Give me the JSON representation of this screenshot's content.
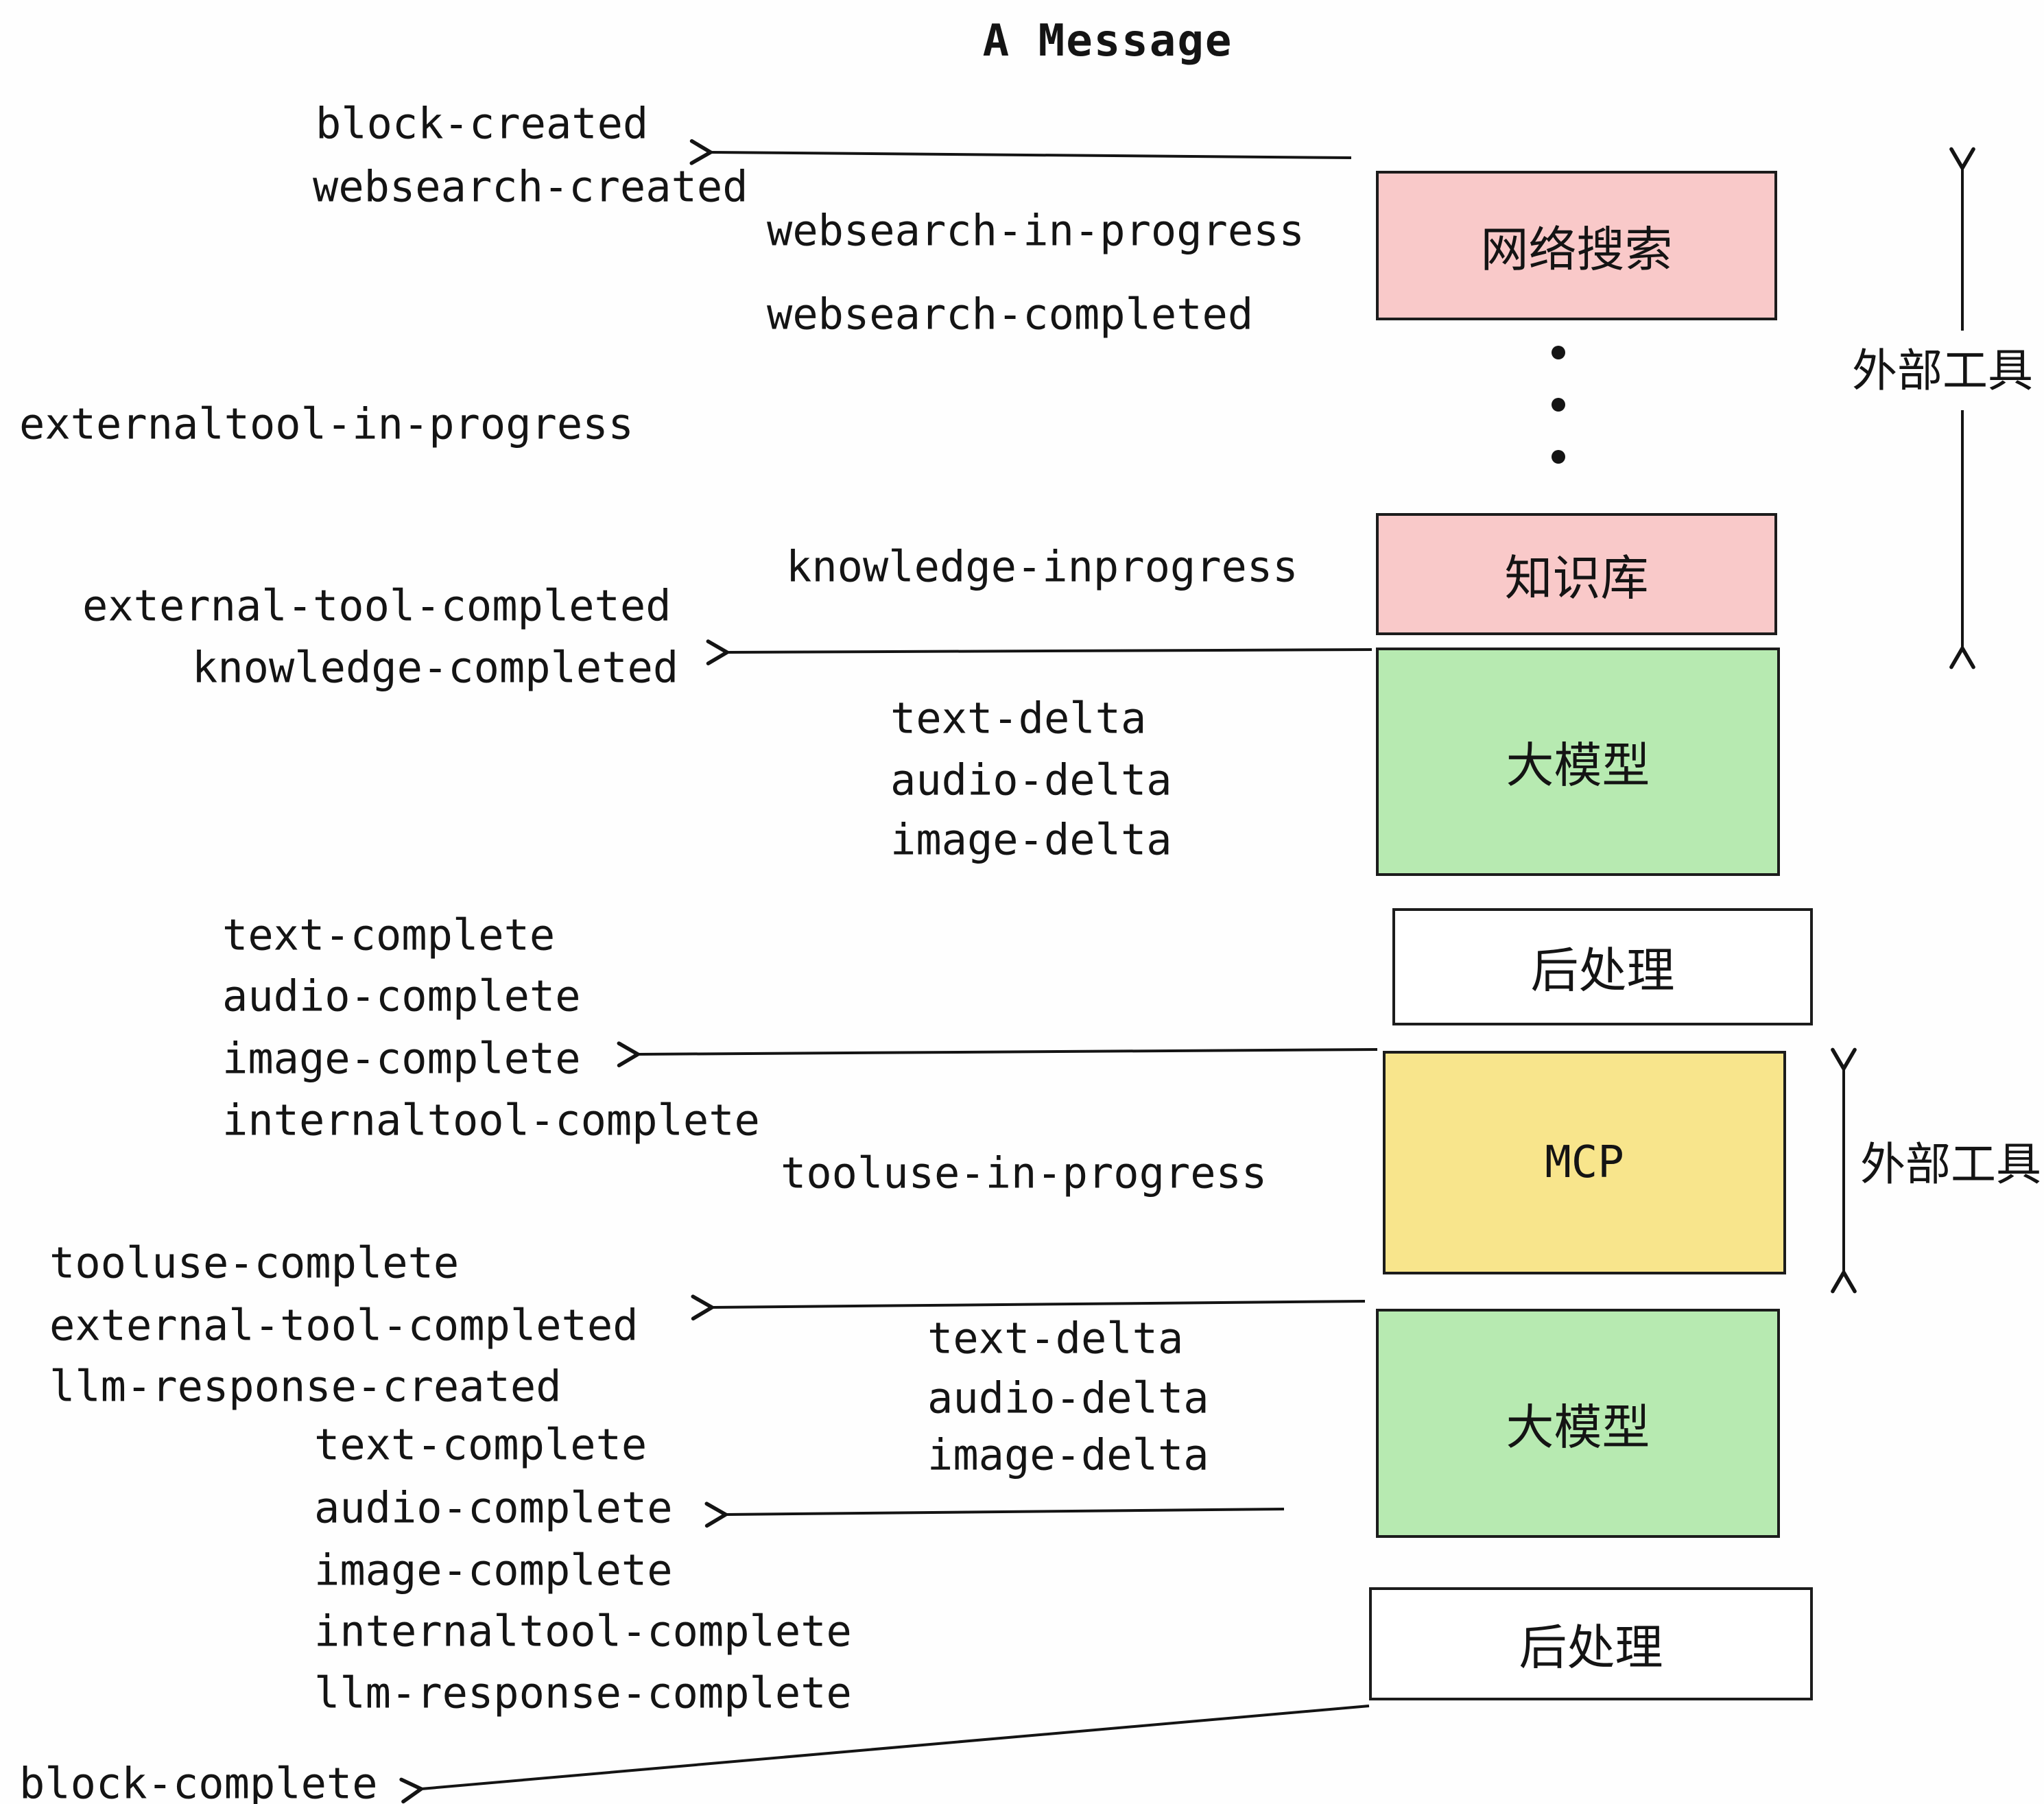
{
  "title": "A Message",
  "colors": {
    "ink": "#141414",
    "external_tool_box": "#f9c9c9",
    "llm_box": "#b7eab1",
    "mcp_box": "#f8e58c",
    "post_box": "#ffffff"
  },
  "events": {
    "block_created": "block-created",
    "websearch_created": "websearch-created",
    "websearch_in_progress": "websearch-in-progress",
    "websearch_completed": "websearch-completed",
    "externaltool_in_progress": "externaltool-in-progress",
    "knowledge_inprogress": "knowledge-inprogress",
    "external_tool_completed_1": "external-tool-completed",
    "knowledge_completed": "knowledge-completed",
    "text_delta_1": "text-delta",
    "audio_delta_1": "audio-delta",
    "image_delta_1": "image-delta",
    "text_complete_1": "text-complete",
    "audio_complete_1": "audio-complete",
    "image_complete_1": "image-complete",
    "internaltool_complete_1": "internaltool-complete",
    "tooluse_in_progress": "tooluse-in-progress",
    "tooluse_complete": "tooluse-complete",
    "external_tool_completed_2": "external-tool-completed",
    "llm_response_created": "llm-response-created",
    "text_delta_2": "text-delta",
    "audio_delta_2": "audio-delta",
    "image_delta_2": "image-delta",
    "text_complete_2": "text-complete",
    "audio_complete_2": "audio-complete",
    "image_complete_2": "image-complete",
    "internaltool_complete_2": "internaltool-complete",
    "llm_response_complete": "llm-response-complete",
    "block_complete": "block-complete"
  },
  "boxes": [
    {
      "id": "websearch",
      "label": "网络搜索",
      "color": "#f9c9c9"
    },
    {
      "id": "knowledge",
      "label": "知识库",
      "color": "#f9c9c9"
    },
    {
      "id": "llm-1",
      "label": "大模型",
      "color": "#b7eab1"
    },
    {
      "id": "post-1",
      "label": "后处理",
      "color": "#ffffff"
    },
    {
      "id": "mcp",
      "label": "MCP",
      "color": "#f8e58c"
    },
    {
      "id": "llm-2",
      "label": "大模型",
      "color": "#b7eab1"
    },
    {
      "id": "post-2",
      "label": "后处理",
      "color": "#ffffff"
    }
  ],
  "side_labels": {
    "external_tools_top": "外部工具",
    "external_tools_bottom": "外部工具"
  }
}
